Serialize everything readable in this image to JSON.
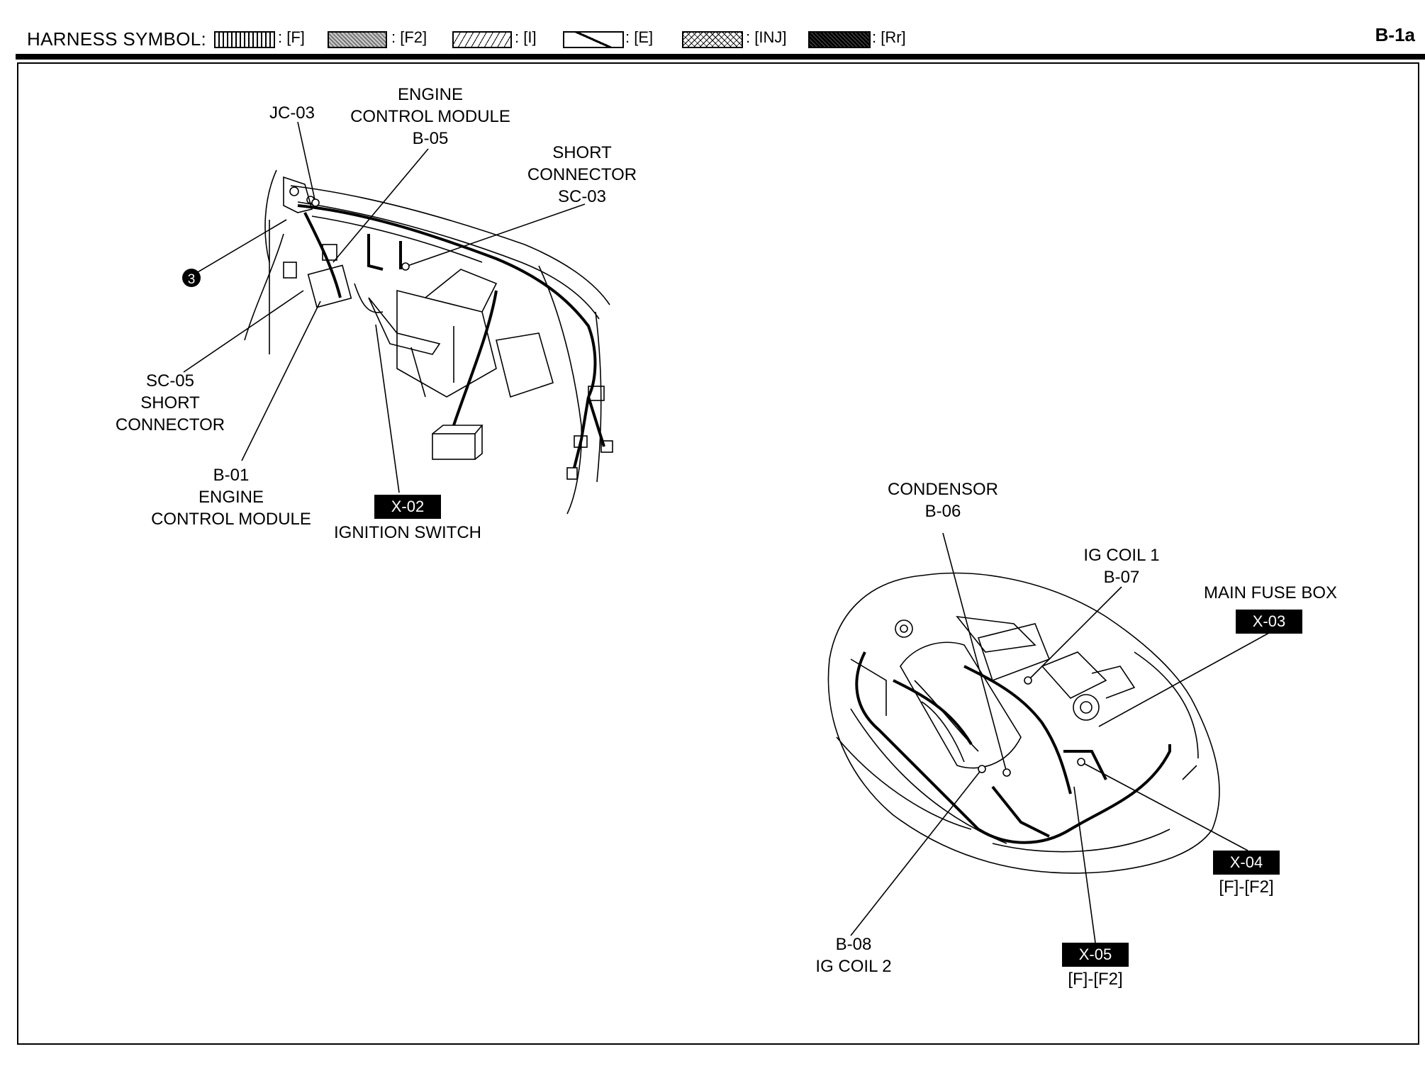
{
  "header": {
    "title": "HARNESS SYMBOL:",
    "page_id": "B-1a",
    "symbols": [
      {
        "code": ": [F]"
      },
      {
        "code": ": [F2]"
      },
      {
        "code": ": [I]"
      },
      {
        "code": ": [E]"
      },
      {
        "code": ": [INJ]"
      },
      {
        "code": ": [Rr]"
      }
    ]
  },
  "dash_labels": {
    "jc03": "JC-03",
    "ecm_b05": [
      "ENGINE",
      "CONTROL MODULE",
      "B-05"
    ],
    "sc03": [
      "SHORT",
      "CONNECTOR",
      "SC-03"
    ],
    "sc05": [
      "SC-05",
      "SHORT",
      "CONNECTOR"
    ],
    "ecm_b01": [
      "B-01",
      "ENGINE",
      "CONTROL MODULE"
    ],
    "x02_tag": "X-02",
    "x02_name": "IGNITION SWITCH",
    "marker": "3"
  },
  "engine_labels": {
    "condensor": [
      "CONDENSOR",
      "B-06"
    ],
    "igcoil1": [
      "IG COIL 1",
      "B-07"
    ],
    "fusebox": "MAIN FUSE BOX",
    "x03_tag": "X-03",
    "x04_tag": "X-04",
    "x04_sub": "[F]-[F2]",
    "x05_tag": "X-05",
    "x05_sub": "[F]-[F2]",
    "igcoil2": [
      "B-08",
      "IG COIL 2"
    ]
  }
}
